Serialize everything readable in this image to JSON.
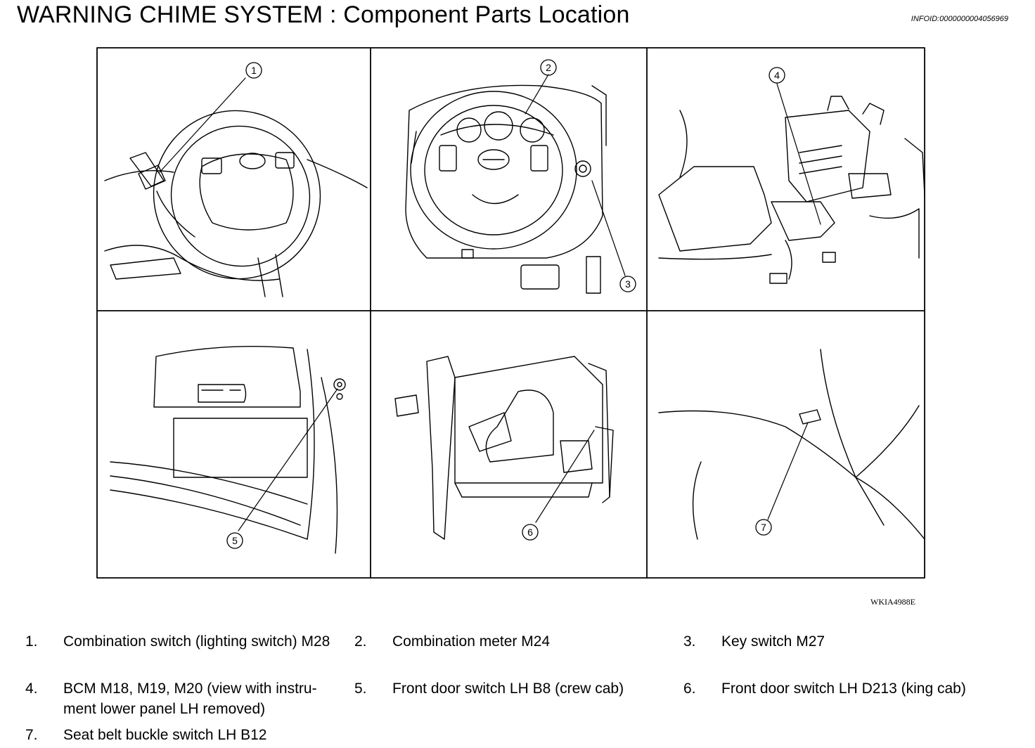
{
  "page": {
    "title": "WARNING CHIME SYSTEM : Component Parts Location",
    "infoid": "INFOID:0000000004056969",
    "figure_code": "WKIA4988E"
  },
  "callouts": [
    "1",
    "2",
    "3",
    "4",
    "5",
    "6",
    "7"
  ],
  "legend": [
    {
      "num": "1.",
      "text": "Combination switch (lighting switch) M28"
    },
    {
      "num": "2.",
      "text": "Combination meter M24"
    },
    {
      "num": "3.",
      "text": "Key switch M27"
    },
    {
      "num": "4.",
      "text": "BCM M18, M19, M20 (view with instru-ment lower panel LH removed)"
    },
    {
      "num": "5.",
      "text": "Front door switch LH B8 (crew cab)"
    },
    {
      "num": "6.",
      "text": "Front door switch LH D213 (king cab)"
    },
    {
      "num": "7.",
      "text": "Seat belt buckle switch LH B12"
    }
  ]
}
